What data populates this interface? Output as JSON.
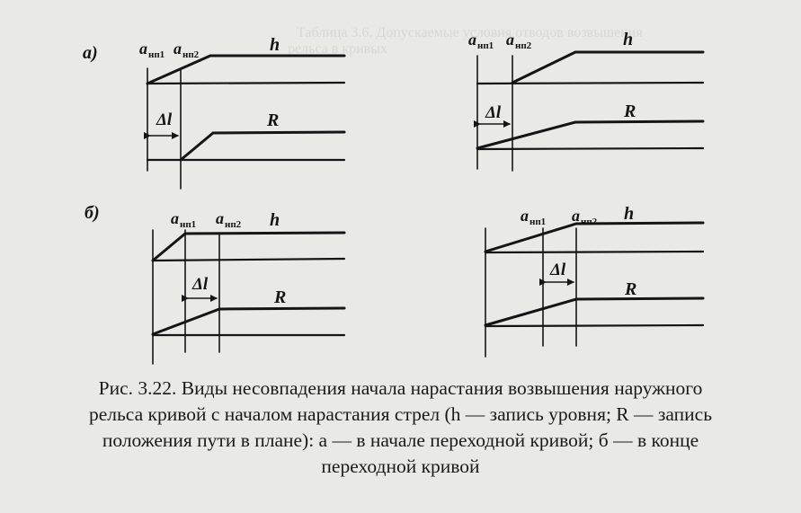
{
  "figure": {
    "panel_labels": {
      "a": "а)",
      "b": "б)"
    },
    "labels": {
      "h": "h",
      "R": "R",
      "delta": "Δl",
      "a_letter": "a",
      "sub1": "нп1",
      "sub2": "нп2"
    }
  },
  "caption": {
    "lines": [
      "Рис. 3.22. Виды несовпадения начала нарастания возвышения наружного",
      "рельса кривой с началом нарастания стрел (h — запись уровня; R — запись",
      "положения пути в плане): а — в начале переходной кривой; б — в конце",
      "переходной кривой"
    ]
  },
  "bleedthrough": {
    "lines": [
      "Таблица 3.6. Допускаемые условия отводов возвышения",
      "рельса в кривых"
    ]
  }
}
